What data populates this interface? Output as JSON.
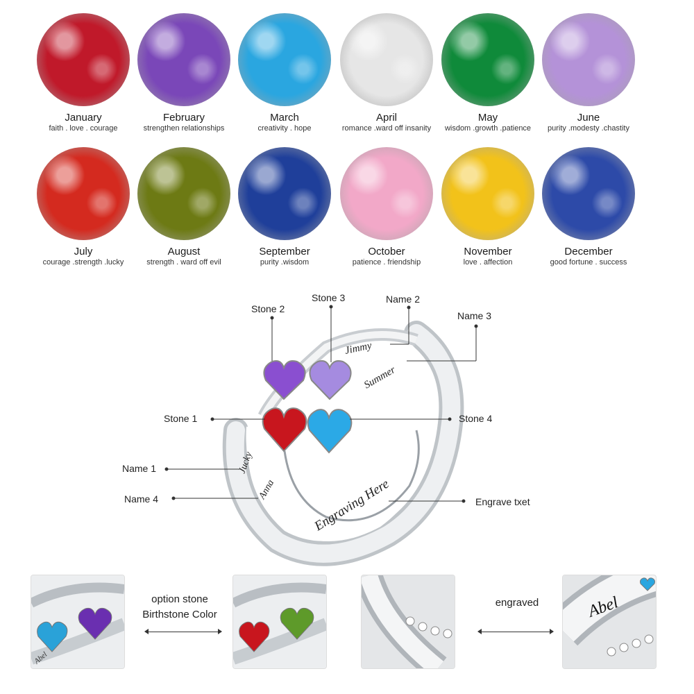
{
  "birthstones": [
    {
      "month": "January",
      "meaning": "faith . love . courage",
      "color": "#c0192a"
    },
    {
      "month": "February",
      "meaning": "strengthen relationships",
      "color": "#7a47b8"
    },
    {
      "month": "March",
      "meaning": "creativity .  hope",
      "color": "#2aa6e0"
    },
    {
      "month": "April",
      "meaning": "romance .ward off insanity",
      "color": "#e6e6e6"
    },
    {
      "month": "May",
      "meaning": "wisdom .growth .patience",
      "color": "#0f8a3a"
    },
    {
      "month": "June",
      "meaning": "purity .modesty .chastity",
      "color": "#b492d8"
    },
    {
      "month": "July",
      "meaning": "courage .strength .lucky",
      "color": "#d42a1f"
    },
    {
      "month": "August",
      "meaning": "strength  . ward off evil",
      "color": "#6d7a14"
    },
    {
      "month": "September",
      "meaning": "purity .wisdom",
      "color": "#1f3f9a"
    },
    {
      "month": "October",
      "meaning": "patience . friendship",
      "color": "#f2a8c8"
    },
    {
      "month": "November",
      "meaning": "love . affection",
      "color": "#f2c21a"
    },
    {
      "month": "December",
      "meaning": "good fortune . success",
      "color": "#2d4aa8"
    }
  ],
  "diagram": {
    "labels": {
      "stone2": "Stone 2",
      "stone3": "Stone 3",
      "name2": "Name 2",
      "name3": "Name 3",
      "stone1": "Stone 1",
      "stone4": "Stone 4",
      "name1": "Name 1",
      "name4": "Name 4",
      "engrave": "Engrave txet"
    },
    "engravings": {
      "name1": "Jucky",
      "name2": "Jimmy",
      "name3": "Summer",
      "name4": "Anna",
      "band": "Engraving Here"
    },
    "stone_colors": {
      "stone1": "#c8161e",
      "stone2": "#8a4fd0",
      "stone3": "#a58be0",
      "stone4": "#2ba9e6"
    }
  },
  "bottom": {
    "option_line1": "option stone",
    "option_line2": "Birthstone Color",
    "engraved": "engraved",
    "thumb1_text": "Abel",
    "thumb4_text": "Abel"
  }
}
